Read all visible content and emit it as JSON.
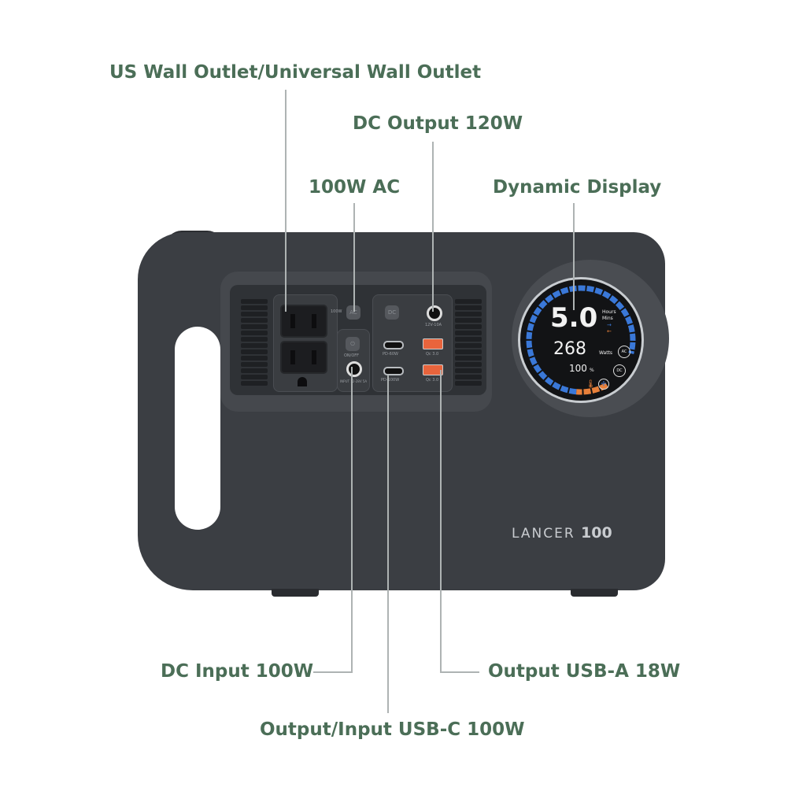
{
  "callouts": {
    "wall_outlet": "US Wall Outlet/Universal Wall Outlet",
    "dc_output": "DC Output 120W",
    "ac": "100W AC",
    "display": "Dynamic Display",
    "dc_input": "DC Input 100W",
    "usb_a": "Output USB-A 18W",
    "usb_c": "Output/Input USB-C 100W"
  },
  "panel": {
    "ac_power": "100W",
    "ac_button": "AC",
    "dc_button": "DC",
    "onoff": "ON/OFF",
    "input": "INPUT 12-28V 5A",
    "dc_jack": "12V-10A",
    "pd60": "PD-60W",
    "pd100": "PD-100W",
    "qc1": "Qc 3.0",
    "qc2": "Qc 3.0"
  },
  "display": {
    "time": "5.0",
    "time_unit1": "Hours",
    "time_unit2": "Mins",
    "watts": "268",
    "watts_unit": "Watts",
    "battery": "100",
    "battery_unit": "%",
    "ac_badge": "AC",
    "dc_badge": "DC",
    "ring_color": "#3a78d8",
    "low_color": "#e8803a"
  },
  "brand": {
    "name": "LANCER",
    "model": "100"
  },
  "colors": {
    "label": "#4b6e57",
    "body": "#3b3e43"
  }
}
